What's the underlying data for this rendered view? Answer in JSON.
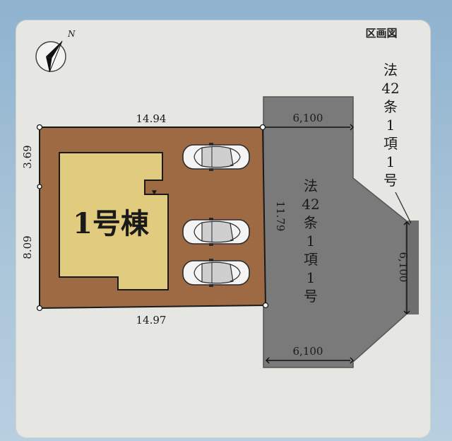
{
  "title": "区画図",
  "compass": {
    "label": "N",
    "icon": "north-arrow-icon"
  },
  "building": {
    "label": "1号棟"
  },
  "dimensions": {
    "top": "14.94",
    "bottom": "14.97",
    "left_upper": "3.69",
    "left_lower": "8.09",
    "right": "11.79"
  },
  "road": {
    "law_label": [
      "法",
      "42",
      "条",
      "1",
      "項",
      "1",
      "号"
    ],
    "width_top": "6,100",
    "width_bottom": "6,100",
    "width_right": "6,100"
  },
  "outer_law_label": [
    "法",
    "42",
    "条",
    "1",
    "項",
    "1",
    "号"
  ],
  "parking": {
    "count": 3,
    "icon": "car-icon"
  },
  "colors": {
    "lot": "#9e6a43",
    "building": "#e1cb7e",
    "road": "#7a7a7a",
    "background": "#e6e6e3"
  }
}
